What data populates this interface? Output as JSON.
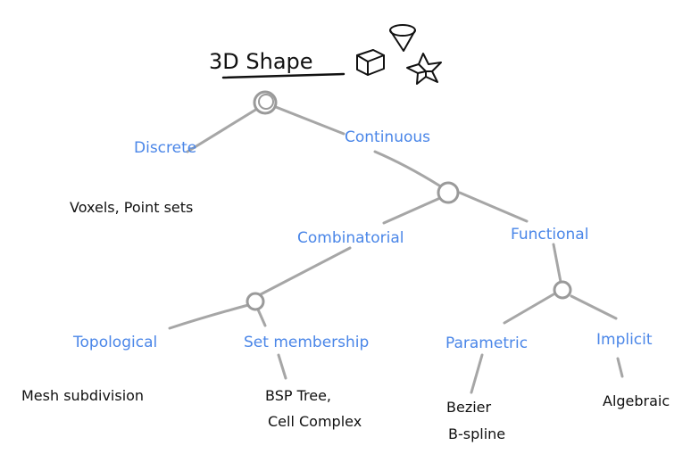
{
  "title": "3D Shape",
  "labels": {
    "discrete": "Discrete",
    "continuous": "Continuous",
    "discrete_leaf": "Voxels, Point sets",
    "combinatorial": "Combinatorial",
    "functional": "Functional",
    "topological": "Topological",
    "set_membership": "Set membership",
    "parametric": "Parametric",
    "implicit": "Implicit",
    "topological_leaf": "Mesh subdivision",
    "set_leaf_1": "BSP Tree,",
    "set_leaf_2": "Cell Complex",
    "parametric_leaf_1": "Bezier",
    "parametric_leaf_2": "B-spline",
    "implicit_leaf": "Algebraic"
  },
  "colors": {
    "category_text": "#4a86e8",
    "leaf_text": "#111111",
    "edge": "#a6a6a6"
  },
  "icons": [
    "cube-icon",
    "cone-icon",
    "star-polyhedron-icon"
  ]
}
